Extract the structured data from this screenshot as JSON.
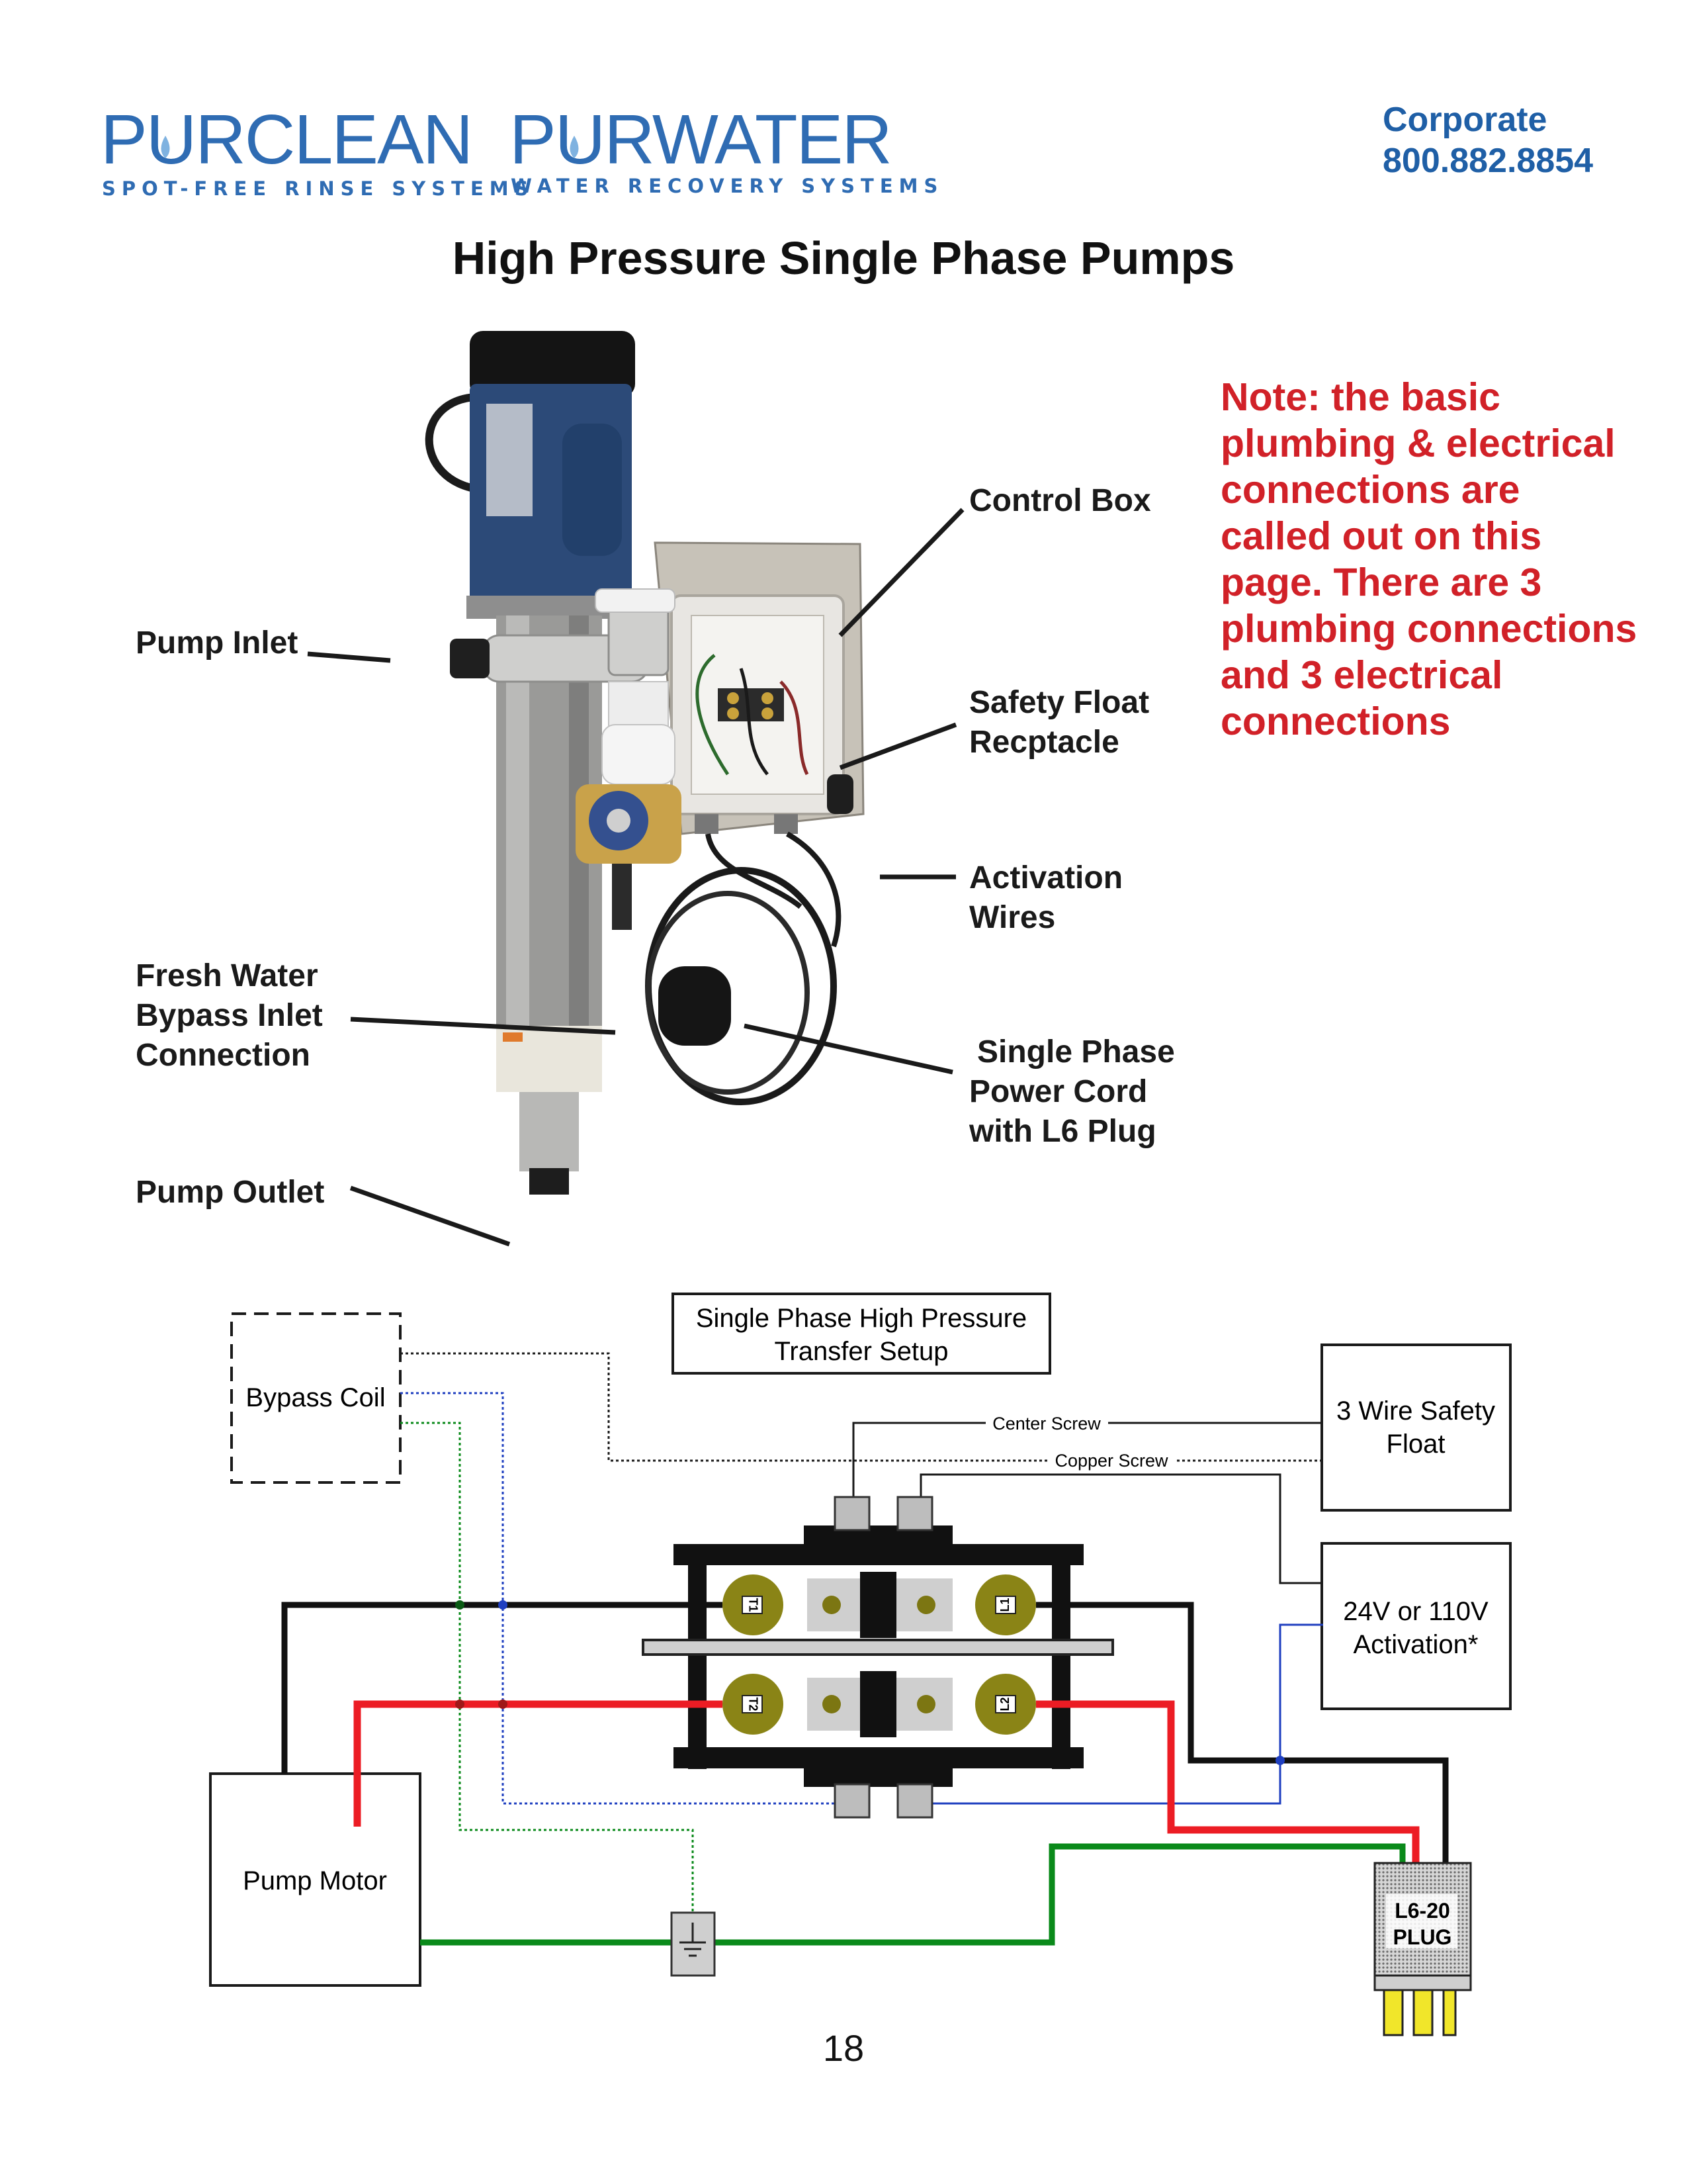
{
  "logos": {
    "purclean": {
      "name": "PURCLEAN",
      "tagline": "SPOT-FREE RINSE SYSTEMS"
    },
    "purwater": {
      "name": "PURWATER",
      "tagline": "WATER RECOVERY SYSTEMS"
    }
  },
  "contact": {
    "label": "Corporate",
    "phone": "800.882.8854"
  },
  "title": "High Pressure Single Phase Pumps",
  "photo_labels": {
    "pump_inlet": "Pump Inlet",
    "fresh_water": [
      "Fresh Water",
      "Bypass Inlet",
      "Connection"
    ],
    "pump_outlet": "Pump Outlet",
    "control_box": "Control Box",
    "safety_float": [
      "Safety Float",
      "Recptacle"
    ],
    "activation_wires": [
      "Activation",
      "Wires"
    ],
    "power_cord": [
      "Single Phase",
      "Power Cord",
      "with L6 Plug"
    ]
  },
  "note": [
    "Note: the basic",
    "plumbing & electrical",
    "connections are",
    "called out on this",
    "page. There are 3",
    "plumbing connections",
    "and 3 electrical",
    "connections"
  ],
  "diagram": {
    "title": [
      "Single Phase High Pressure",
      "Transfer Setup"
    ],
    "bypass_coil": "Bypass Coil",
    "safety_float": [
      "3 Wire Safety",
      "Float"
    ],
    "activation": [
      "24V or 110V",
      "Activation*"
    ],
    "pump_motor": "Pump Motor",
    "center_screw": "Center Screw",
    "copper_screw": "Copper Screw",
    "terminals": {
      "l1": "L1",
      "l2": "L2",
      "t1": "T1",
      "t2": "T2"
    },
    "plug": [
      "L6-20",
      "PLUG"
    ]
  },
  "page_number": "18",
  "colors": {
    "brand_blue": "#2f6cb3",
    "note_red": "#d12128",
    "wire_red": "#ec1c24",
    "wire_green": "#0a8a1a",
    "wire_blue": "#1f3fc0",
    "terminal_olive": "#8a8416"
  }
}
